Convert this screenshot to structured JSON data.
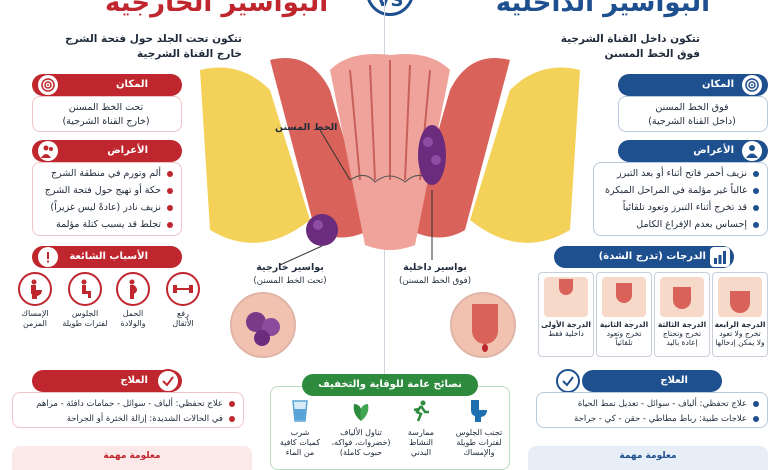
{
  "header": {
    "right_title": "البواسير الداخلية",
    "left_title": "البواسير الخارجية",
    "vs": "VS"
  },
  "internal": {
    "intro_line1": "تتكون داخل القناة الشرجية",
    "intro_line2": "فوق الخط المسنن",
    "location": {
      "title": "المكان",
      "line1": "فوق الخط المسنن",
      "line2": "(داخل القناة الشرجية)"
    },
    "symptoms": {
      "title": "الأعراض",
      "items": [
        "نزيف أحمر فاتح أثناء أو بعد التبرز",
        "غالباً غير مؤلمة في المراحل المبكرة",
        "قد تخرج أثناء التبرز وتعود تلقائياً",
        "إحساس بعدم الإفراغ الكامل"
      ]
    },
    "grading": {
      "title": "الدرجات (تدرج الشدة)",
      "grades": [
        {
          "l1": "الدرجة الرابعة",
          "l2": "تخرج ولا تعود",
          "l3": "ولا يمكن إدخالها"
        },
        {
          "l1": "الدرجة الثالثة",
          "l2": "تخرج وتحتاج",
          "l3": "إعادة باليد"
        },
        {
          "l1": "الدرجة الثانية",
          "l2": "تخرج وتعود تلقائياً",
          "l3": ""
        },
        {
          "l1": "الدرجة الأولى",
          "l2": "داخلية فقط",
          "l3": ""
        }
      ]
    },
    "treatment": {
      "title": "العلاج",
      "items": [
        "علاج تحفظي: ألياف - سوائل - تعديل نمط الحياة",
        "علاجات طبية: رباط مطاطي - حقن - كي - جراحة"
      ]
    },
    "note_title": "معلومة مهمة",
    "diagram_label1": "بواسير داخلية",
    "diagram_label2": "(فوق الخط المسنن)",
    "dentate_label": "الخط المسنن"
  },
  "external": {
    "intro_line1": "تتكون تحت الجلد حول فتحة الشرج",
    "intro_line2": "خارج القناة الشرجية",
    "location": {
      "title": "المكان",
      "line1": "تحت الخط المسنن",
      "line2": "(خارج القناة الشرجية)"
    },
    "symptoms": {
      "title": "الأعراض",
      "items": [
        "ألم وتورم في منطقة الشرج",
        "حكة أو تهيج حول فتحة الشرج",
        "نزيف نادر (عادةً ليس غزيراً)",
        "تجلط قد يسبب كتلة مؤلمة"
      ]
    },
    "causes": {
      "title": "الأسباب الشائعة",
      "items": [
        {
          "l1": "رفع",
          "l2": "الأثقال",
          "icon": "dumbbell-icon"
        },
        {
          "l1": "الحمل",
          "l2": "والولادة",
          "icon": "pregnancy-icon"
        },
        {
          "l1": "الجلوس",
          "l2": "لفترات طويلة",
          "icon": "sitting-icon"
        },
        {
          "l1": "الإمساك",
          "l2": "المزمن",
          "icon": "toilet-icon"
        }
      ]
    },
    "treatment": {
      "title": "العلاج",
      "items": [
        "علاج تحفظي: ألياف - سوائل - حمامات دافئة - مراهم",
        "في الحالات الشديدة: إزالة الخثرة أو الجراحة"
      ]
    },
    "note_title": "معلومة مهمة",
    "diagram_label1": "بواسير خارجية",
    "diagram_label2": "(تحت الخط المسنن)"
  },
  "tips": {
    "title": "نصائح عامة للوقاية والتخفيف",
    "items": [
      {
        "l1": "تجنب الجلوس",
        "l2": "لفترات طويلة",
        "l3": "والإمساك",
        "icon": "toilet-icon"
      },
      {
        "l1": "ممارسة",
        "l2": "النشاط",
        "l3": "البدني",
        "icon": "running-icon"
      },
      {
        "l1": "تناول الألياف",
        "l2": "(خضروات، فواكه،",
        "l3": "حبوب كاملة)",
        "icon": "leaf-icon"
      },
      {
        "l1": "شرب",
        "l2": "كميات كافية",
        "l3": "من الماء",
        "icon": "water-glass-icon"
      }
    ]
  },
  "colors": {
    "internal": "#1e4f8f",
    "external": "#c0262d",
    "tips": "#2e8b3e"
  }
}
